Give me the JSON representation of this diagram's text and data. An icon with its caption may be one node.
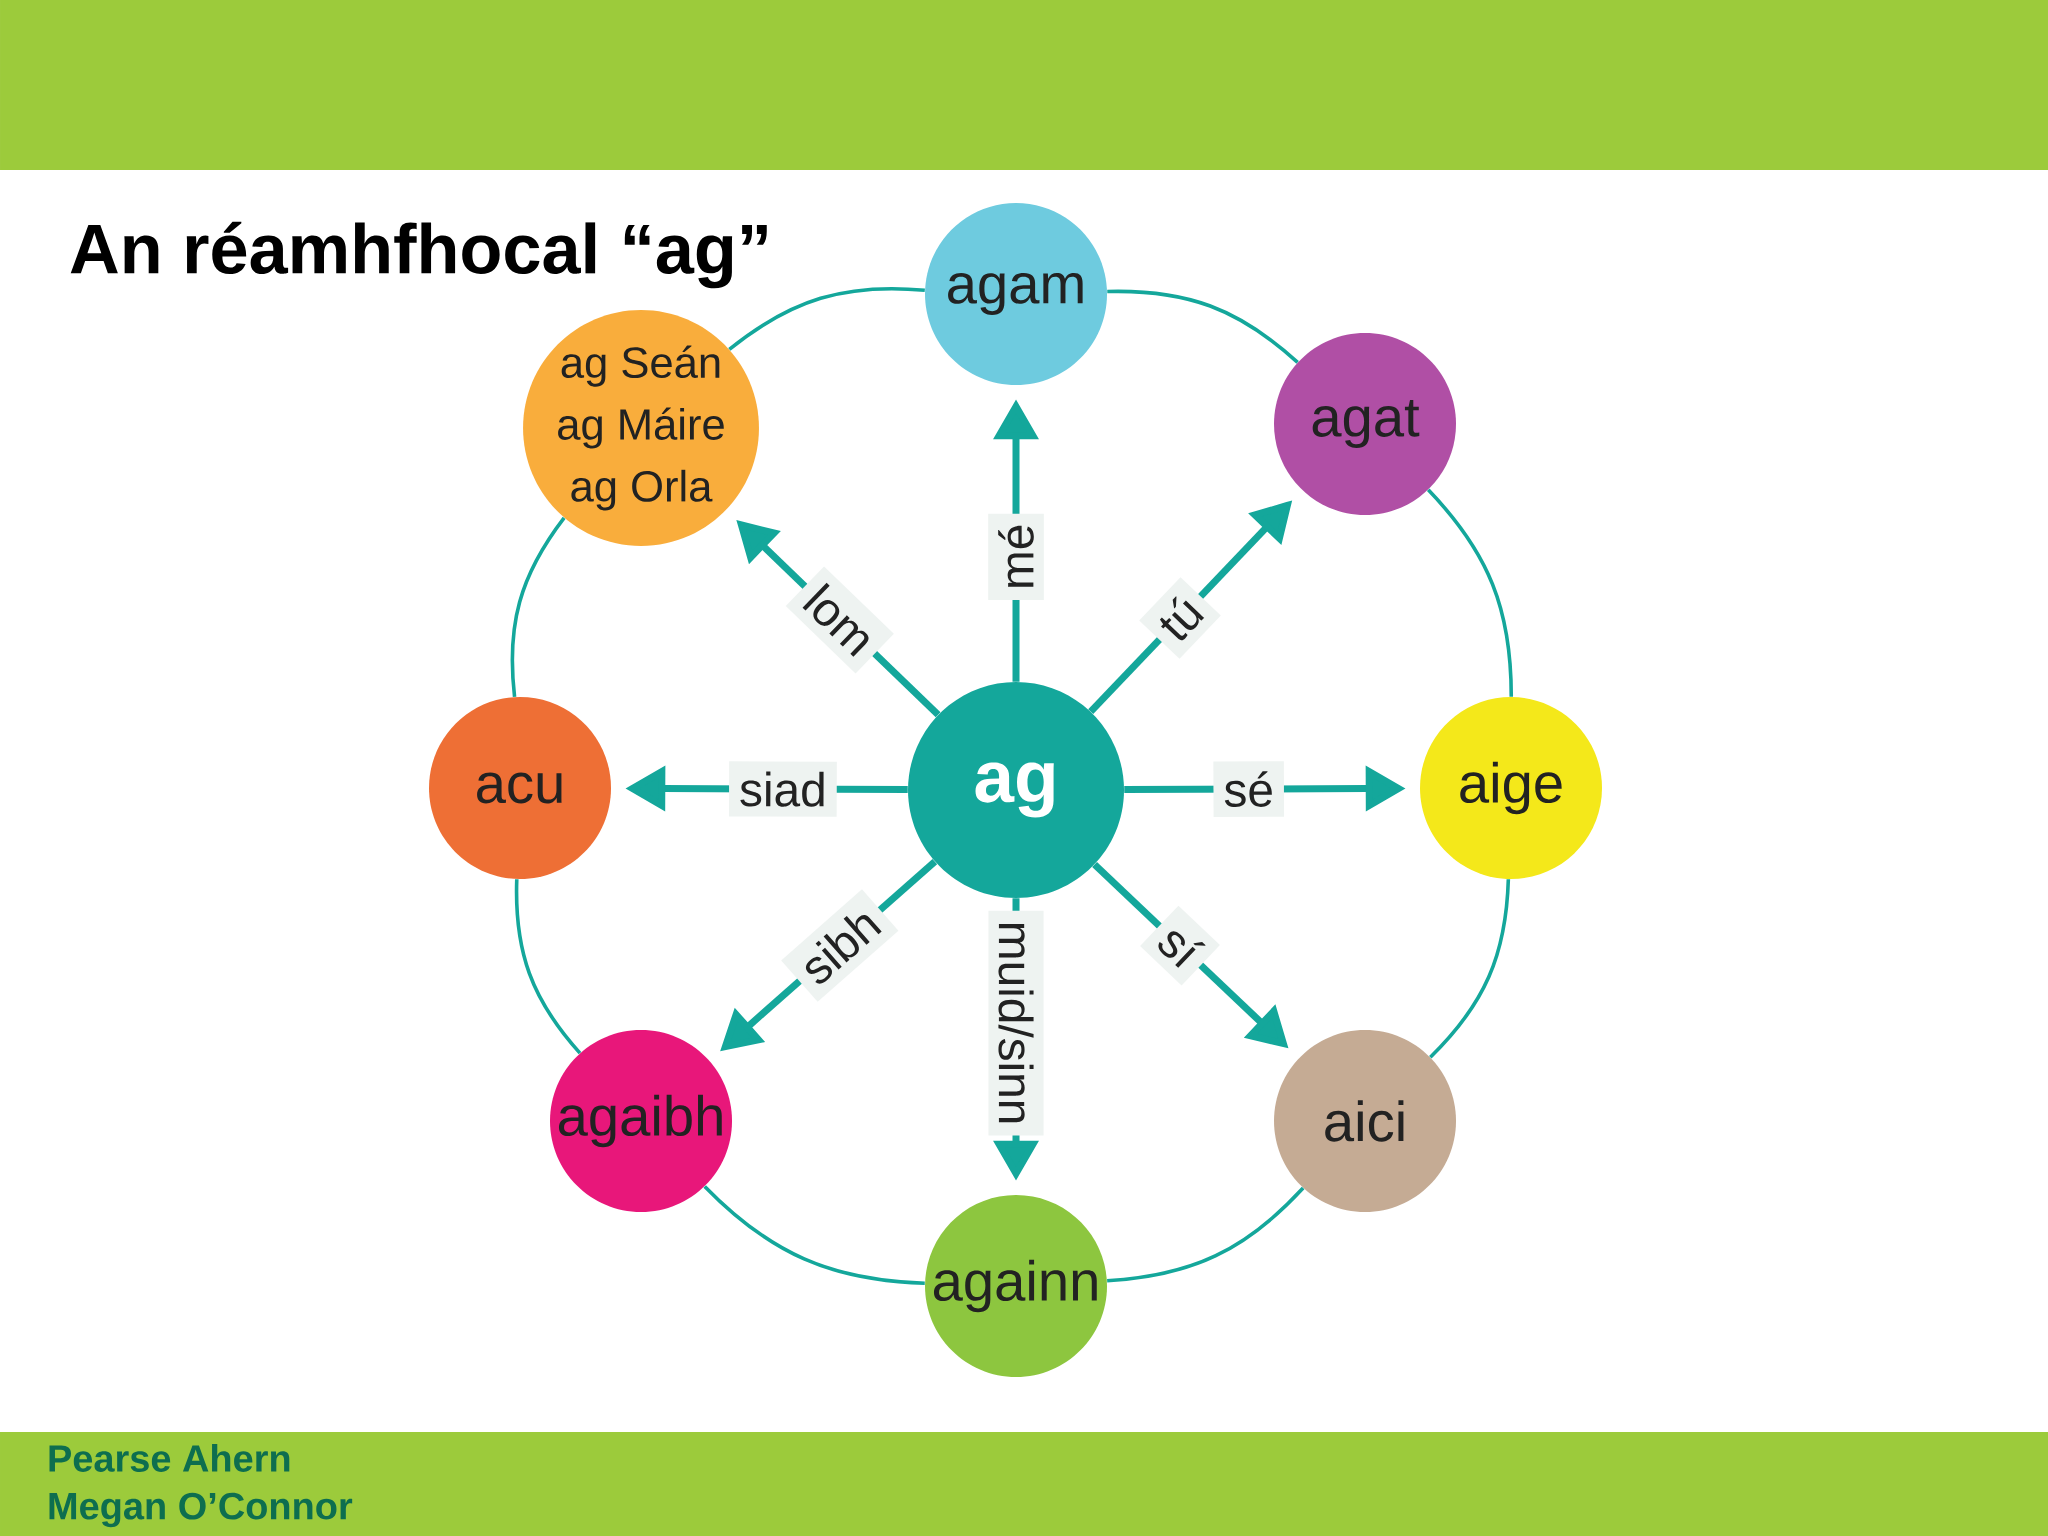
{
  "diagram": {
    "title": "An réamhfhocal “ag”",
    "nodes": [
      {
        "text": [
          "ag"
        ]
      },
      {
        "text": [
          "ag Seán",
          "ag Máire",
          "ag Orla"
        ]
      },
      {
        "text": [
          "agam"
        ]
      },
      {
        "text": [
          "agat"
        ]
      },
      {
        "text": [
          "acu"
        ]
      },
      {
        "text": [
          "aige"
        ]
      },
      {
        "text": [
          "agaibh"
        ]
      },
      {
        "text": [
          "againn"
        ]
      },
      {
        "text": [
          "aici"
        ]
      }
    ],
    "edges": [
      {
        "from": 0,
        "to": 1,
        "arrow": "to",
        "label": "lom",
        "style": "thick"
      },
      {
        "from": 0,
        "to": 2,
        "arrow": "to",
        "label": "mé",
        "style": "thick"
      },
      {
        "from": 0,
        "to": 3,
        "arrow": "to",
        "label": "tú",
        "style": "thick"
      },
      {
        "from": 0,
        "to": 4,
        "arrow": "to",
        "label": "siad",
        "style": "thick"
      },
      {
        "from": 0,
        "to": 5,
        "arrow": "to",
        "label": "sé",
        "style": "thick"
      },
      {
        "from": 0,
        "to": 6,
        "arrow": "to",
        "label": "sibh",
        "style": "thick"
      },
      {
        "from": 0,
        "to": 7,
        "arrow": "to",
        "label": "muid/sinn",
        "style": "thick"
      },
      {
        "from": 0,
        "to": 8,
        "arrow": "to",
        "label": "sí",
        "style": "thick"
      },
      {
        "from": 1,
        "to": 2,
        "arrow": "none"
      },
      {
        "from": 2,
        "to": 3,
        "arrow": "none"
      },
      {
        "from": 3,
        "to": 5,
        "arrow": "none"
      },
      {
        "from": 5,
        "to": 8,
        "arrow": "none"
      },
      {
        "from": 8,
        "to": 7,
        "arrow": "none"
      },
      {
        "from": 7,
        "to": 6,
        "arrow": "none"
      },
      {
        "from": 6,
        "to": 4,
        "arrow": "none"
      },
      {
        "from": 4,
        "to": 1,
        "arrow": "none"
      }
    ],
    "labels": [
      "Pearse Ahern",
      "Megan O’Connor"
    ]
  }
}
